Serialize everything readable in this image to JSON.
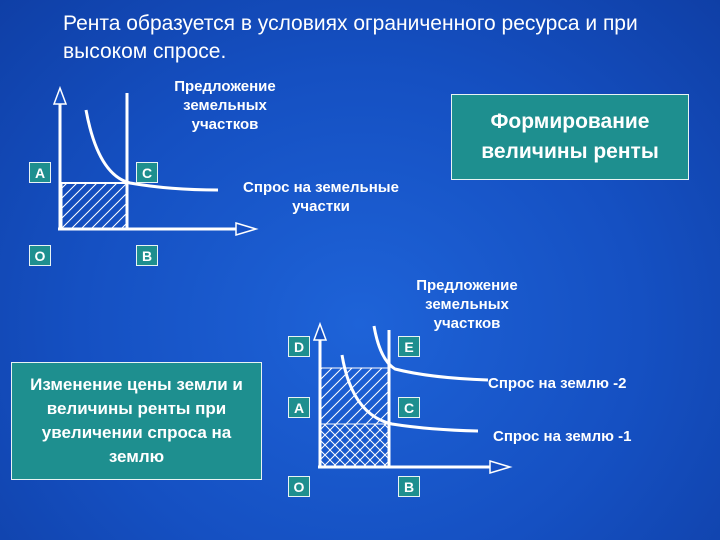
{
  "title": "Рента образуется в условиях ограниченного ресурса и при высоком спросе.",
  "box_top": "Формирование величины ренты",
  "box_bottom": "Изменение цены земли и величины ренты при увеличении спроса на землю",
  "diagram1": {
    "supply_label": "Предложение земельных участков",
    "demand_label": "Спрос на земельные участки",
    "points": {
      "A": "A",
      "C": "C",
      "O": "O",
      "B": "B"
    }
  },
  "diagram2": {
    "supply_label": "Предложение земельных участков",
    "demand2_label": "Спрос на землю -2",
    "demand1_label": "Спрос на землю -1",
    "points": {
      "D": "D",
      "E": "E",
      "A": "A",
      "C": "C",
      "O": "O",
      "B": "B"
    }
  },
  "colors": {
    "background": "#1550c2",
    "box_fill": "#1e8f8f",
    "line": "#ffffff"
  }
}
